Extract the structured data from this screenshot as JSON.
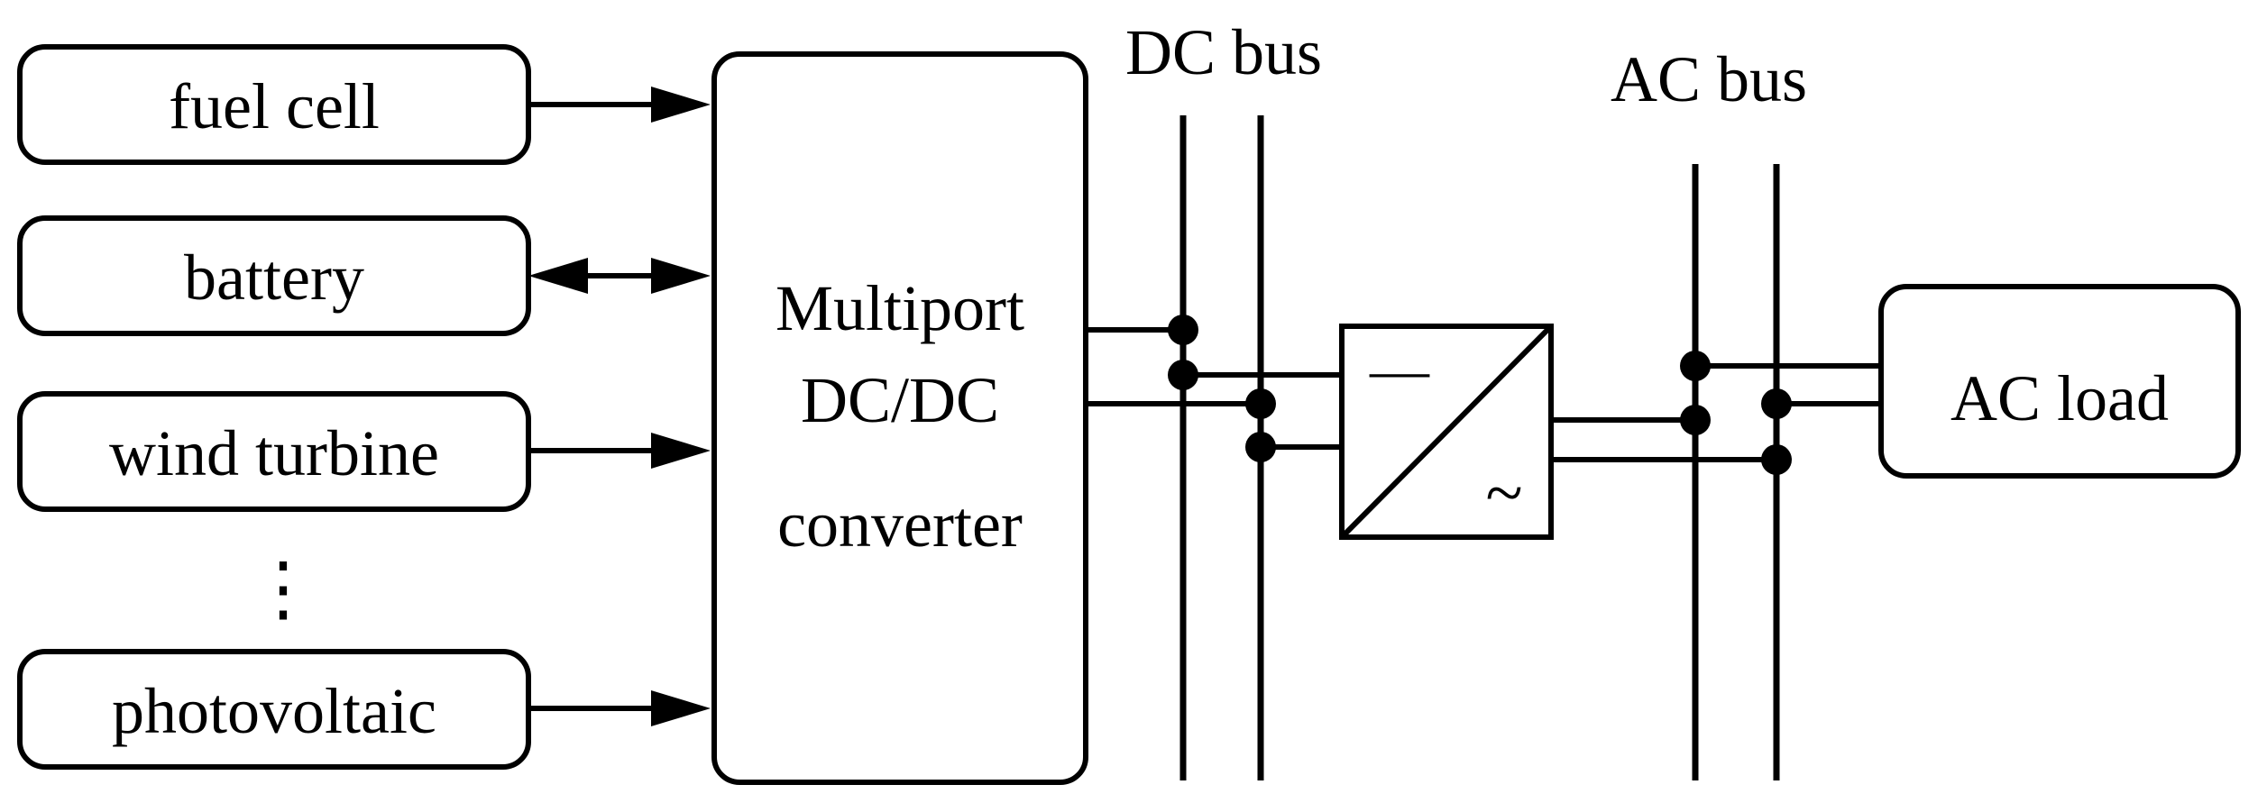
{
  "sources": [
    {
      "id": "fuel-cell",
      "label": "fuel cell",
      "flow": "to-converter"
    },
    {
      "id": "battery",
      "label": "battery",
      "flow": "bidirectional"
    },
    {
      "id": "wind-turbine",
      "label": "wind turbine",
      "flow": "to-converter"
    },
    {
      "id": "ellipsis",
      "label": "⋮"
    },
    {
      "id": "photovoltaic",
      "label": "photovoltaic",
      "flow": "to-converter"
    }
  ],
  "converter": {
    "line1": "Multiport",
    "line2": "DC/DC",
    "line3": "converter"
  },
  "dc_bus_label": "DC bus",
  "ac_bus_label": "AC bus",
  "inverter": {
    "dc_symbol": "—",
    "ac_symbol": "~"
  },
  "load": {
    "label": "AC load"
  }
}
